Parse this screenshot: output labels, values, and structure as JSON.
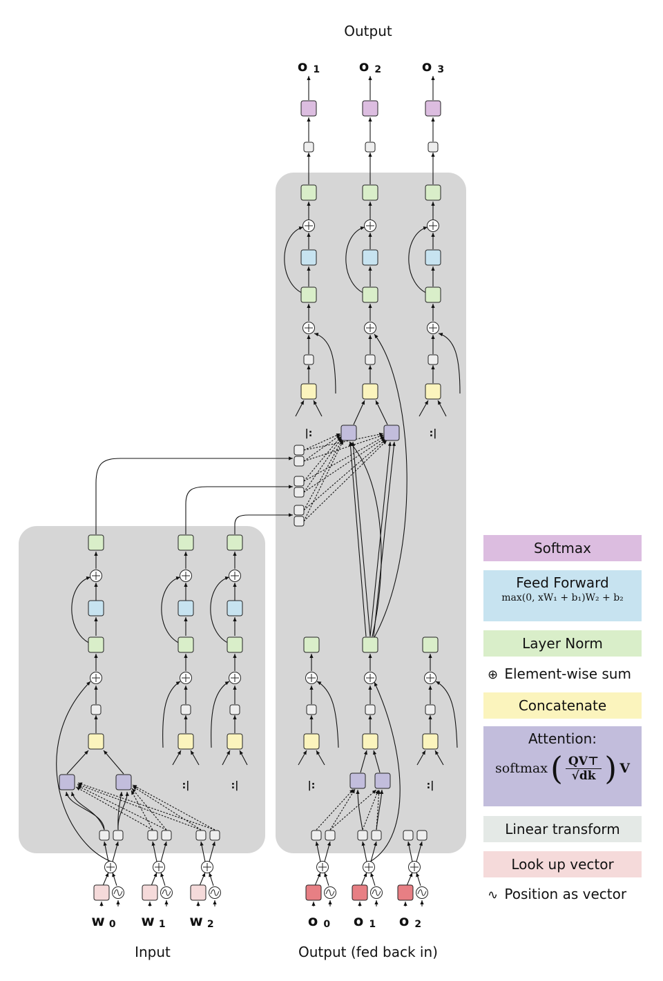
{
  "labels": {
    "output_top": "Output",
    "input": "Input",
    "output_fed": "Output (fed back in)"
  },
  "tokens": {
    "outputs": [
      {
        "main": "o",
        "sub": "1"
      },
      {
        "main": "o",
        "sub": "2"
      },
      {
        "main": "o",
        "sub": "3"
      }
    ],
    "inputs": [
      {
        "main": "w",
        "sub": "0"
      },
      {
        "main": "w",
        "sub": "1"
      },
      {
        "main": "w",
        "sub": "2"
      }
    ],
    "fed_back": [
      {
        "main": "o",
        "sub": "0"
      },
      {
        "main": "o",
        "sub": "1"
      },
      {
        "main": "o",
        "sub": "2"
      }
    ]
  },
  "legend": {
    "softmax": "Softmax",
    "feed_forward": "Feed Forward",
    "feed_forward_formula": "max(0, xW₁ + b₁)W₂ + b₂",
    "layer_norm": "Layer Norm",
    "element_sum": "Element-wise sum",
    "concatenate": "Concatenate",
    "attention": "Attention:",
    "attention_formula_prefix": "softmax",
    "attention_formula_num": "QV⊤",
    "attention_formula_den": "√dk",
    "attention_formula_suffix": "V",
    "linear_transform": "Linear transform",
    "lookup_vector": "Look up vector",
    "position_vector": "Position as vector"
  },
  "colors": {
    "panel": "#d6d6d6",
    "softmax": "#dcbde0",
    "feed_forward": "#c7e3f0",
    "layer_norm": "#d9eec9",
    "concatenate": "#fbf4bd",
    "attention": "#c2bddc",
    "linear_transform": "#e4e9e6",
    "lookup_vector": "#f5dada",
    "lookup_output": "#e77f84",
    "linear_box": "#eeeeee"
  }
}
